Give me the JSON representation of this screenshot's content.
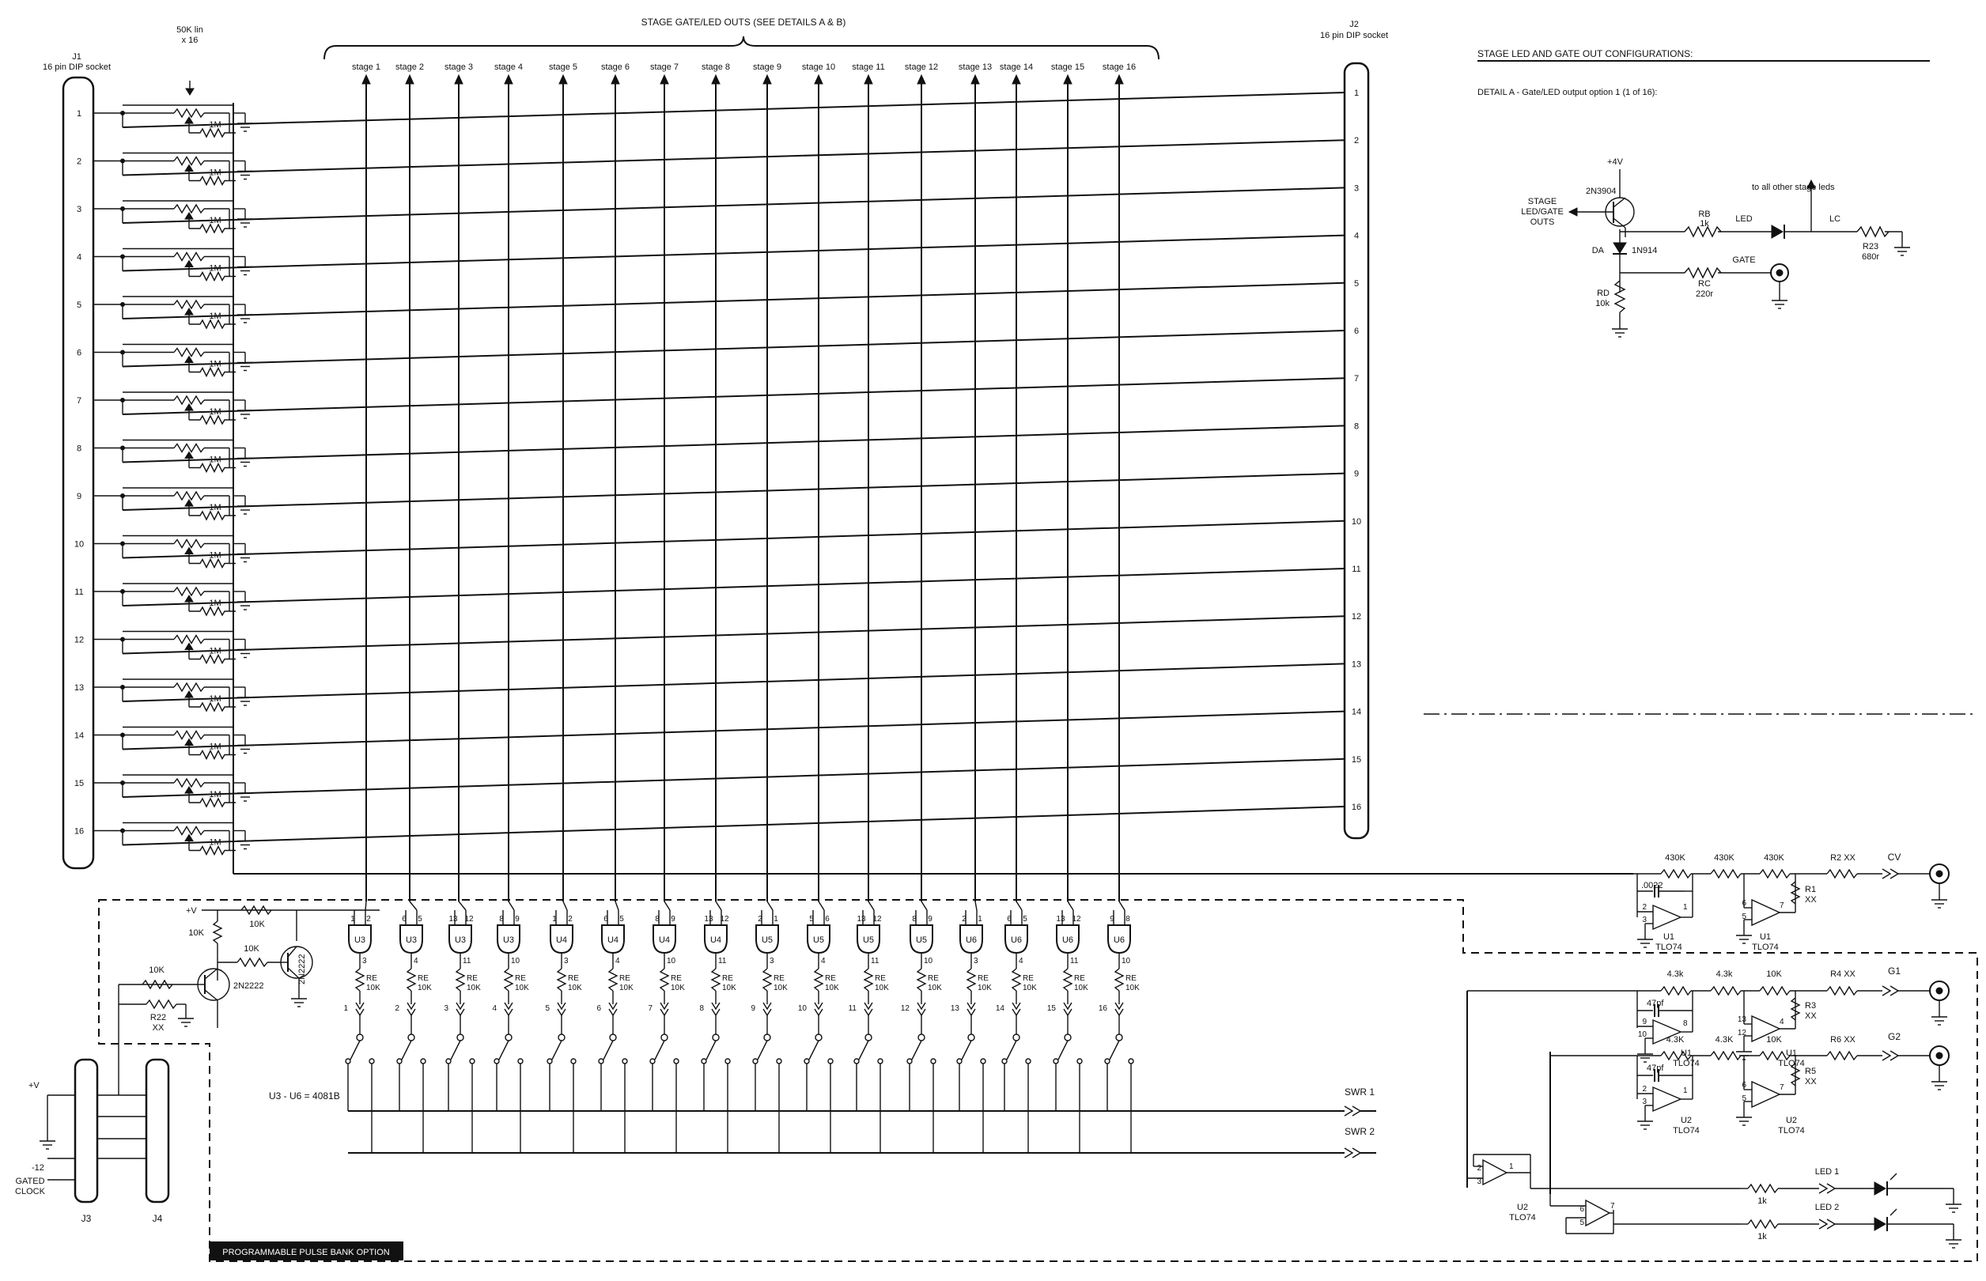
{
  "top_label": "STAGE GATE/LED OUTS (SEE DETAILS A & B)",
  "pot_label": [
    "50K lin",
    "x 16"
  ],
  "j1": {
    "name": "J1",
    "desc": "16 pin DIP socket"
  },
  "j2": {
    "name": "J2",
    "desc": "16 pin DIP socket"
  },
  "pins": [
    "1",
    "2",
    "3",
    "4",
    "5",
    "6",
    "7",
    "8",
    "9",
    "10",
    "11",
    "12",
    "13",
    "14",
    "15",
    "16"
  ],
  "resistor_1m": "1M",
  "stages": [
    "stage 1",
    "stage 2",
    "stage 3",
    "stage 4",
    "stage 5",
    "stage 6",
    "stage 7",
    "stage 8",
    "stage 9",
    "stage 10",
    "stage 11",
    "stage 12",
    "stage 13",
    "stage 14",
    "stage 15",
    "stage 16"
  ],
  "gates": [
    {
      "chip": "U3",
      "in": [
        "1",
        "2"
      ],
      "out": "3"
    },
    {
      "chip": "U3",
      "in": [
        "6",
        "5"
      ],
      "out": "4"
    },
    {
      "chip": "U3",
      "in": [
        "13",
        "12"
      ],
      "out": "11"
    },
    {
      "chip": "U3",
      "in": [
        "8",
        "9"
      ],
      "out": "10"
    },
    {
      "chip": "U4",
      "in": [
        "1",
        "2"
      ],
      "out": "3"
    },
    {
      "chip": "U4",
      "in": [
        "6",
        "5"
      ],
      "out": "4"
    },
    {
      "chip": "U4",
      "in": [
        "8",
        "9"
      ],
      "out": "10"
    },
    {
      "chip": "U4",
      "in": [
        "13",
        "12"
      ],
      "out": "11"
    },
    {
      "chip": "U5",
      "in": [
        "2",
        "1"
      ],
      "out": "3"
    },
    {
      "chip": "U5",
      "in": [
        "5",
        "6"
      ],
      "out": "4"
    },
    {
      "chip": "U5",
      "in": [
        "13",
        "12"
      ],
      "out": "11"
    },
    {
      "chip": "U5",
      "in": [
        "8",
        "9"
      ],
      "out": "10"
    },
    {
      "chip": "U6",
      "in": [
        "2",
        "1"
      ],
      "out": "3"
    },
    {
      "chip": "U6",
      "in": [
        "6",
        "5"
      ],
      "out": "4"
    },
    {
      "chip": "U6",
      "in": [
        "13",
        "12"
      ],
      "out": "11"
    },
    {
      "chip": "U6",
      "in": [
        "9",
        "8"
      ],
      "out": "10"
    }
  ],
  "re_label": [
    "RE",
    "10K"
  ],
  "detail": {
    "title": "STAGE LED AND GATE OUT CONFIGURATIONS:",
    "subtitle": "DETAIL A - Gate/LED output option 1 (1 of 16):",
    "supply": "+4V",
    "transistor": "2N3904",
    "stage_out": [
      "STAGE",
      "LED/GATE",
      "OUTS"
    ],
    "rb": [
      "RB",
      "1k"
    ],
    "led": "LED",
    "to_all": "to all other stage leds",
    "lc": "LC",
    "r23": [
      "R23",
      "680r"
    ],
    "da": "DA",
    "diode": "1N914",
    "gate": "GATE",
    "rc": [
      "RC",
      "220r"
    ],
    "rd": [
      "RD",
      "10k"
    ]
  },
  "clock": {
    "vplus": "+V",
    "r10k_a": "10K",
    "r10k_b": "10K",
    "r10k_c": "10K",
    "r10k_d": "10K",
    "q1": "2N2222",
    "q2": "2N2222",
    "r22": [
      "R22",
      "XX"
    ]
  },
  "connectors": {
    "plus_v": "+V",
    "minus12": "-12",
    "gated_clock": [
      "GATED",
      "CLOCK"
    ],
    "j3": "J3",
    "j4": "J4"
  },
  "chip_note": "U3 - U6 = 4081B",
  "swr1": "SWR 1",
  "swr2": "SWR 2",
  "option_label": "PROGRAMMABLE PULSE BANK OPTION",
  "cv": {
    "r1": "430K",
    "r2": "430K",
    "r3": "430K",
    "cap": ".0022",
    "r2xx": "R2 XX",
    "r1xx": [
      "R1",
      "XX"
    ],
    "out": "CV",
    "u1a": [
      "U1",
      "TLO74"
    ],
    "u1b": [
      "U1",
      "TLO74"
    ],
    "pins_a": [
      "2",
      "3",
      "1"
    ],
    "pins_b": [
      "6",
      "5",
      "7"
    ]
  },
  "g1": {
    "r1": "4.3k",
    "r2": "4.3k",
    "r3": "10K",
    "cap": "47pf",
    "r4xx": "R4 XX",
    "r3xx": [
      "R3",
      "XX"
    ],
    "out": "G1",
    "ua": [
      "U1",
      "TLO74"
    ],
    "ub": [
      "U1",
      "TLO74"
    ],
    "pins_a": [
      "9",
      "10",
      "8"
    ],
    "pins_b": [
      "13",
      "12",
      "4"
    ]
  },
  "g2": {
    "r1": "4.3K",
    "r2": "4.3K",
    "r3": "10K",
    "cap": "47pf",
    "r6xx": "R6 XX",
    "r5xx": [
      "R5",
      "XX"
    ],
    "out": "G2",
    "ua": [
      "U2",
      "TLO74"
    ],
    "ub": [
      "U2",
      "TLO74"
    ],
    "pins_a": [
      "2",
      "3",
      "1"
    ],
    "pins_b": [
      "6",
      "5",
      "7"
    ]
  },
  "leds": {
    "u2a": [
      "U2",
      "TLO74"
    ],
    "pins_a": [
      "2",
      "3",
      "1"
    ],
    "pins_b": [
      "6",
      "5",
      "7"
    ],
    "r1k_a": "1k",
    "r1k_b": "1k",
    "led1": "LED 1",
    "led2": "LED 2"
  }
}
